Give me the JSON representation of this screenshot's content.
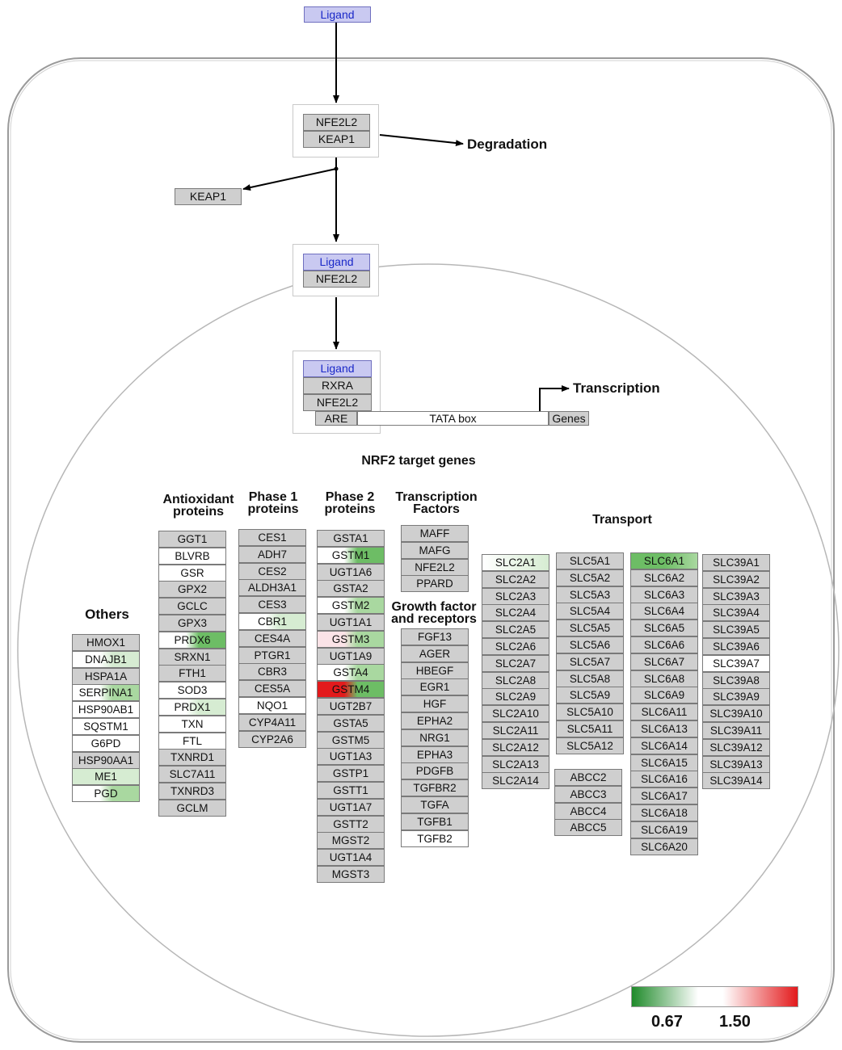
{
  "flow": {
    "ligand_top": "Ligand",
    "complex1": [
      "NFE2L2",
      "KEAP1"
    ],
    "degradation": "Degradation",
    "keap1_released": "KEAP1",
    "complex2": [
      "Ligand",
      "NFE2L2"
    ],
    "complex3": [
      "Ligand",
      "RXRA",
      "NFE2L2"
    ],
    "are": "ARE",
    "tata": "TATA box",
    "genes": "Genes",
    "transcription": "Transcription"
  },
  "section_title": "NRF2 target genes",
  "group_titles": {
    "others": "Others",
    "antioxidant": "Antioxidant\nproteins",
    "phase1": "Phase 1\nproteins",
    "phase2": "Phase 2\nproteins",
    "tf": "Transcription\nFactors",
    "growth": "Growth factor\nand receptors",
    "transport": "Transport"
  },
  "colors": {
    "gray": "#cfcfcf",
    "white": "#ffffff",
    "green_light": "#d6ecd2",
    "green_mid": "#a9d8a0",
    "green_dark": "#6dbd65",
    "red_light": "#fbe3e7",
    "red_strong": "#e31a1c",
    "ligand_text": "#1a28c8",
    "ligand_fill": "#c9c9f1"
  },
  "gene_columns": {
    "others": [
      {
        "name": "HMOX1",
        "style": "gray"
      },
      {
        "name": "DNAJB1",
        "style": "half-light"
      },
      {
        "name": "HSPA1A",
        "style": "gray"
      },
      {
        "name": "SERPINA1",
        "style": "half-mid"
      },
      {
        "name": "HSP90AB1",
        "style": "white"
      },
      {
        "name": "SQSTM1",
        "style": "white"
      },
      {
        "name": "G6PD",
        "style": "white"
      },
      {
        "name": "HSP90AA1",
        "style": "gray"
      },
      {
        "name": "ME1",
        "style": "light"
      },
      {
        "name": "PGD",
        "style": "half-mid"
      }
    ],
    "antioxidant": [
      {
        "name": "GGT1",
        "style": "gray"
      },
      {
        "name": "BLVRB",
        "style": "white"
      },
      {
        "name": "GSR",
        "style": "white"
      },
      {
        "name": "GPX2",
        "style": "gray"
      },
      {
        "name": "GCLC",
        "style": "gray"
      },
      {
        "name": "GPX3",
        "style": "gray"
      },
      {
        "name": "PRDX6",
        "style": "half-dark"
      },
      {
        "name": "SRXN1",
        "style": "gray"
      },
      {
        "name": "FTH1",
        "style": "gray"
      },
      {
        "name": "SOD3",
        "style": "white"
      },
      {
        "name": "PRDX1",
        "style": "half-light"
      },
      {
        "name": "TXN",
        "style": "white"
      },
      {
        "name": "FTL",
        "style": "white"
      },
      {
        "name": "TXNRD1",
        "style": "gray"
      },
      {
        "name": "SLC7A11",
        "style": "gray"
      },
      {
        "name": "TXNRD3",
        "style": "gray"
      },
      {
        "name": "GCLM",
        "style": "gray"
      }
    ],
    "phase1": [
      {
        "name": "CES1",
        "style": "gray"
      },
      {
        "name": "ADH7",
        "style": "gray"
      },
      {
        "name": "CES2",
        "style": "gray"
      },
      {
        "name": "ALDH3A1",
        "style": "gray"
      },
      {
        "name": "CES3",
        "style": "gray"
      },
      {
        "name": "CBR1",
        "style": "half-light"
      },
      {
        "name": "CES4A",
        "style": "gray"
      },
      {
        "name": "PTGR1",
        "style": "gray"
      },
      {
        "name": "CBR3",
        "style": "gray"
      },
      {
        "name": "CES5A",
        "style": "gray"
      },
      {
        "name": "NQO1",
        "style": "white"
      },
      {
        "name": "CYP4A11",
        "style": "gray"
      },
      {
        "name": "CYP2A6",
        "style": "gray"
      }
    ],
    "phase2": [
      {
        "name": "GSTA1",
        "style": "gray"
      },
      {
        "name": "GSTM1",
        "style": "half-dark"
      },
      {
        "name": "UGT1A6",
        "style": "gray"
      },
      {
        "name": "GSTA2",
        "style": "gray"
      },
      {
        "name": "GSTM2",
        "style": "half-mid"
      },
      {
        "name": "UGT1A1",
        "style": "gray"
      },
      {
        "name": "GSTM3",
        "style": "redlight-mid"
      },
      {
        "name": "UGT1A9",
        "style": "gray"
      },
      {
        "name": "GSTA4",
        "style": "half-mid"
      },
      {
        "name": "GSTM4",
        "style": "red-dark"
      },
      {
        "name": "UGT2B7",
        "style": "gray"
      },
      {
        "name": "GSTA5",
        "style": "gray"
      },
      {
        "name": "GSTM5",
        "style": "gray"
      },
      {
        "name": "UGT1A3",
        "style": "gray"
      },
      {
        "name": "GSTP1",
        "style": "gray"
      },
      {
        "name": "GSTT1",
        "style": "gray"
      },
      {
        "name": "UGT1A7",
        "style": "gray"
      },
      {
        "name": "GSTT2",
        "style": "gray"
      },
      {
        "name": "MGST2",
        "style": "gray"
      },
      {
        "name": "UGT1A4",
        "style": "gray"
      },
      {
        "name": "MGST3",
        "style": "gray"
      }
    ],
    "tf": [
      {
        "name": "MAFF",
        "style": "gray"
      },
      {
        "name": "MAFG",
        "style": "gray"
      },
      {
        "name": "NFE2L2",
        "style": "gray"
      },
      {
        "name": "PPARD",
        "style": "gray"
      }
    ],
    "growth": [
      {
        "name": "FGF13",
        "style": "gray"
      },
      {
        "name": "AGER",
        "style": "gray"
      },
      {
        "name": "HBEGF",
        "style": "gray"
      },
      {
        "name": "EGR1",
        "style": "gray"
      },
      {
        "name": "HGF",
        "style": "gray"
      },
      {
        "name": "EPHA2",
        "style": "gray"
      },
      {
        "name": "NRG1",
        "style": "gray"
      },
      {
        "name": "EPHA3",
        "style": "gray"
      },
      {
        "name": "PDGFB",
        "style": "gray"
      },
      {
        "name": "TGFBR2",
        "style": "gray"
      },
      {
        "name": "TGFA",
        "style": "gray"
      },
      {
        "name": "TGFB1",
        "style": "gray"
      },
      {
        "name": "TGFB2",
        "style": "white"
      }
    ],
    "slc2": [
      {
        "name": "SLC2A1",
        "style": "half-faint"
      },
      {
        "name": "SLC2A2",
        "style": "gray"
      },
      {
        "name": "SLC2A3",
        "style": "gray"
      },
      {
        "name": "SLC2A4",
        "style": "gray"
      },
      {
        "name": "SLC2A5",
        "style": "gray"
      },
      {
        "name": "SLC2A6",
        "style": "gray"
      },
      {
        "name": "SLC2A7",
        "style": "gray"
      },
      {
        "name": "SLC2A8",
        "style": "gray"
      },
      {
        "name": "SLC2A9",
        "style": "gray"
      },
      {
        "name": "SLC2A10",
        "style": "gray"
      },
      {
        "name": "SLC2A11",
        "style": "gray"
      },
      {
        "name": "SLC2A12",
        "style": "gray"
      },
      {
        "name": "SLC2A13",
        "style": "gray"
      },
      {
        "name": "SLC2A14",
        "style": "gray"
      }
    ],
    "slc5": [
      {
        "name": "SLC5A1",
        "style": "gray"
      },
      {
        "name": "SLC5A2",
        "style": "gray"
      },
      {
        "name": "SLC5A3",
        "style": "gray"
      },
      {
        "name": "SLC5A4",
        "style": "gray"
      },
      {
        "name": "SLC5A5",
        "style": "gray"
      },
      {
        "name": "SLC5A6",
        "style": "gray"
      },
      {
        "name": "SLC5A7",
        "style": "gray"
      },
      {
        "name": "SLC5A8",
        "style": "gray"
      },
      {
        "name": "SLC5A9",
        "style": "gray"
      },
      {
        "name": "SLC5A10",
        "style": "gray"
      },
      {
        "name": "SLC5A11",
        "style": "gray"
      },
      {
        "name": "SLC5A12",
        "style": "gray"
      }
    ],
    "abcc": [
      {
        "name": "ABCC2",
        "style": "gray"
      },
      {
        "name": "ABCC3",
        "style": "gray"
      },
      {
        "name": "ABCC4",
        "style": "gray"
      },
      {
        "name": "ABCC5",
        "style": "gray"
      }
    ],
    "slc6": [
      {
        "name": "SLC6A1",
        "style": "dark-mid"
      },
      {
        "name": "SLC6A2",
        "style": "gray"
      },
      {
        "name": "SLC6A3",
        "style": "gray"
      },
      {
        "name": "SLC6A4",
        "style": "gray"
      },
      {
        "name": "SLC6A5",
        "style": "gray"
      },
      {
        "name": "SLC6A6",
        "style": "gray"
      },
      {
        "name": "SLC6A7",
        "style": "gray"
      },
      {
        "name": "SLC6A8",
        "style": "gray"
      },
      {
        "name": "SLC6A9",
        "style": "gray"
      },
      {
        "name": "SLC6A11",
        "style": "gray"
      },
      {
        "name": "SLC6A13",
        "style": "gray"
      },
      {
        "name": "SLC6A14",
        "style": "gray"
      },
      {
        "name": "SLC6A15",
        "style": "gray"
      },
      {
        "name": "SLC6A16",
        "style": "gray"
      },
      {
        "name": "SLC6A17",
        "style": "gray"
      },
      {
        "name": "SLC6A18",
        "style": "gray"
      },
      {
        "name": "SLC6A19",
        "style": "gray"
      },
      {
        "name": "SLC6A20",
        "style": "gray"
      }
    ],
    "slc39": [
      {
        "name": "SLC39A1",
        "style": "gray"
      },
      {
        "name": "SLC39A2",
        "style": "gray"
      },
      {
        "name": "SLC39A3",
        "style": "gray"
      },
      {
        "name": "SLC39A4",
        "style": "gray"
      },
      {
        "name": "SLC39A5",
        "style": "gray"
      },
      {
        "name": "SLC39A6",
        "style": "gray"
      },
      {
        "name": "SLC39A7",
        "style": "white"
      },
      {
        "name": "SLC39A8",
        "style": "gray"
      },
      {
        "name": "SLC39A9",
        "style": "gray"
      },
      {
        "name": "SLC39A10",
        "style": "gray"
      },
      {
        "name": "SLC39A11",
        "style": "gray"
      },
      {
        "name": "SLC39A12",
        "style": "gray"
      },
      {
        "name": "SLC39A13",
        "style": "gray"
      },
      {
        "name": "SLC39A14",
        "style": "gray"
      }
    ]
  },
  "legend": {
    "low_label": "0.67",
    "high_label": "1.50",
    "gradient": [
      "#1f8a2a",
      "#ffffff",
      "#ffffff",
      "#e31a1c"
    ]
  }
}
